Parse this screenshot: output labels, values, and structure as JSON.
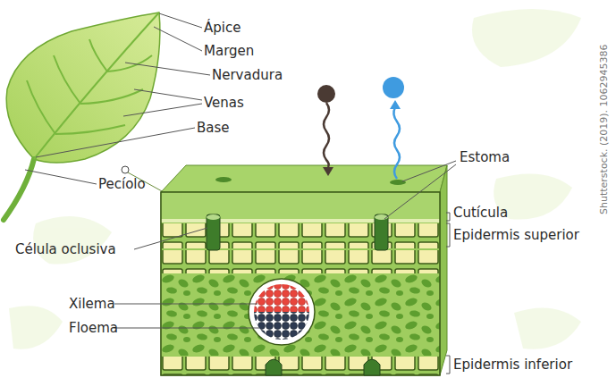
{
  "diagram": {
    "labels": [
      "Ápice",
      "Margen",
      "Nervadura",
      "Venas",
      "Base",
      "Pecíolo",
      "Estoma",
      "Cutícula",
      "Epidermis superior",
      "Célula oclusiva",
      "Xilema",
      "Floema",
      "Epidermis inferior",
      "Shutterstock. (2019). 1062945386"
    ]
  }
}
